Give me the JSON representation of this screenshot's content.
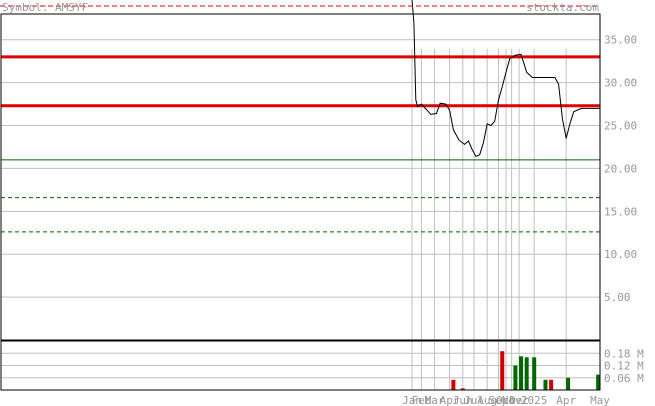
{
  "header": {
    "symbol_label": "Symbol: AMSYF",
    "brand": "stockta.com"
  },
  "colors": {
    "price_line": "#000000",
    "resistance": "#dd0000",
    "support_solid": "#006600",
    "support_dashed": "#006600",
    "volume_up": "#006600",
    "volume_down": "#cc0000",
    "grid": "#c0c0c0",
    "text": "#999999"
  },
  "chart_data": [
    {
      "type": "line",
      "ylim": [
        0,
        38
      ],
      "y_ticks": [
        "35.00",
        "30.00",
        "25.00",
        "20.00",
        "15.00",
        "10.00",
        "5.00"
      ],
      "y_tick_values": [
        35,
        30,
        25,
        20,
        15,
        10,
        5
      ],
      "x_labels": [
        "Jan",
        "Feb",
        "Mar",
        "Apr",
        "Jun",
        "Jul",
        "Aug",
        "Sep",
        "Oct",
        "Nov",
        "Dec",
        "2025",
        "Apr",
        "May"
      ],
      "x_label_positions": [
        0.0,
        0.05,
        0.12,
        0.2,
        0.27,
        0.33,
        0.4,
        0.46,
        0.5,
        0.53,
        0.57,
        0.65,
        0.82,
        1.0
      ],
      "lines": {
        "resistance": [
          33.0,
          27.3
        ],
        "support_solid": [
          21.0
        ],
        "support_dashed": [
          16.6,
          12.6
        ]
      },
      "series": [
        {
          "values": [
            [
              0.0,
              55.0
            ],
            [
              0.01,
              37.0
            ],
            [
              0.02,
              28.0
            ],
            [
              0.03,
              27.2
            ],
            [
              0.05,
              27.5
            ],
            [
              0.08,
              26.8
            ],
            [
              0.1,
              26.3
            ],
            [
              0.13,
              26.4
            ],
            [
              0.15,
              27.6
            ],
            [
              0.18,
              27.5
            ],
            [
              0.2,
              26.8
            ],
            [
              0.22,
              24.5
            ],
            [
              0.25,
              23.3
            ],
            [
              0.28,
              22.8
            ],
            [
              0.3,
              23.2
            ],
            [
              0.32,
              22.2
            ],
            [
              0.34,
              21.4
            ],
            [
              0.36,
              21.6
            ],
            [
              0.38,
              23.0
            ],
            [
              0.4,
              25.2
            ],
            [
              0.42,
              25.0
            ],
            [
              0.44,
              25.5
            ],
            [
              0.46,
              28.0
            ],
            [
              0.48,
              29.5
            ],
            [
              0.5,
              31.2
            ],
            [
              0.52,
              32.8
            ],
            [
              0.55,
              33.2
            ],
            [
              0.58,
              33.3
            ],
            [
              0.61,
              31.2
            ],
            [
              0.64,
              30.6
            ],
            [
              0.7,
              30.6
            ],
            [
              0.76,
              30.6
            ],
            [
              0.78,
              29.8
            ],
            [
              0.8,
              25.8
            ],
            [
              0.82,
              23.5
            ],
            [
              0.84,
              25.2
            ],
            [
              0.86,
              26.6
            ],
            [
              0.9,
              27.0
            ],
            [
              0.95,
              27.0
            ],
            [
              1.0,
              27.0
            ]
          ]
        }
      ]
    },
    {
      "type": "bar",
      "ylim": [
        0,
        0.24
      ],
      "y_ticks": [
        "0.18 M",
        "0.12 M",
        "0.06 M"
      ],
      "y_tick_values": [
        0.18,
        0.12,
        0.06
      ],
      "bars": [
        {
          "x": 0.22,
          "value": 0.05,
          "dir": "down"
        },
        {
          "x": 0.27,
          "value": 0.008,
          "dir": "down"
        },
        {
          "x": 0.48,
          "value": 0.19,
          "dir": "down"
        },
        {
          "x": 0.55,
          "value": 0.12,
          "dir": "up"
        },
        {
          "x": 0.58,
          "value": 0.165,
          "dir": "up"
        },
        {
          "x": 0.61,
          "value": 0.16,
          "dir": "up"
        },
        {
          "x": 0.65,
          "value": 0.16,
          "dir": "up"
        },
        {
          "x": 0.71,
          "value": 0.05,
          "dir": "up"
        },
        {
          "x": 0.74,
          "value": 0.05,
          "dir": "down"
        },
        {
          "x": 0.83,
          "value": 0.06,
          "dir": "up"
        },
        {
          "x": 0.99,
          "value": 0.075,
          "dir": "up"
        }
      ]
    }
  ]
}
